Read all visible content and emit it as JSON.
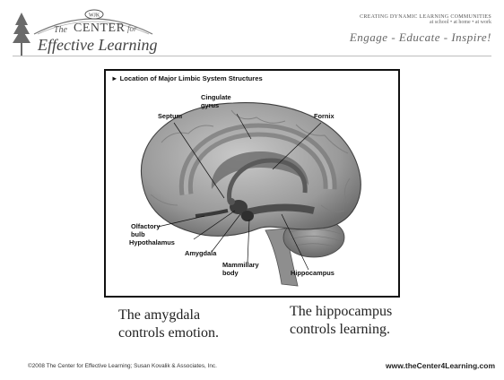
{
  "header": {
    "logo": {
      "emblem_text": "WJK",
      "the": "The",
      "center": "CENTER",
      "for": "for",
      "effective_learning": "Effective Learning"
    },
    "tagline": {
      "line1": "CREATING DYNAMIC LEARNING COMMUNITIES",
      "line2": "at school • at home • at work",
      "motto": "Engage - Educate - Inspire!"
    }
  },
  "figure": {
    "title": "► Location of Major Limbic System Structures",
    "labels": {
      "cingulate": [
        "Cingulate",
        "gyrus"
      ],
      "septum": "Septum",
      "fornix": "Fornix",
      "olfactory": [
        "Olfactory",
        "bulb"
      ],
      "hypothalamus": "Hypothalamus",
      "amygdala": "Amygdala",
      "mammillary": [
        "Mammillary",
        "body"
      ],
      "hippocampus": "Hippocampus"
    }
  },
  "captions": {
    "left": [
      "The amygdala",
      "controls emotion."
    ],
    "right": [
      "The hippocampus",
      "controls learning."
    ]
  },
  "footer": {
    "copyright": "©2008 The Center for Effective Learning; Susan Kovalik & Associates, Inc.",
    "website": "www.theCenter4Learning.com"
  }
}
